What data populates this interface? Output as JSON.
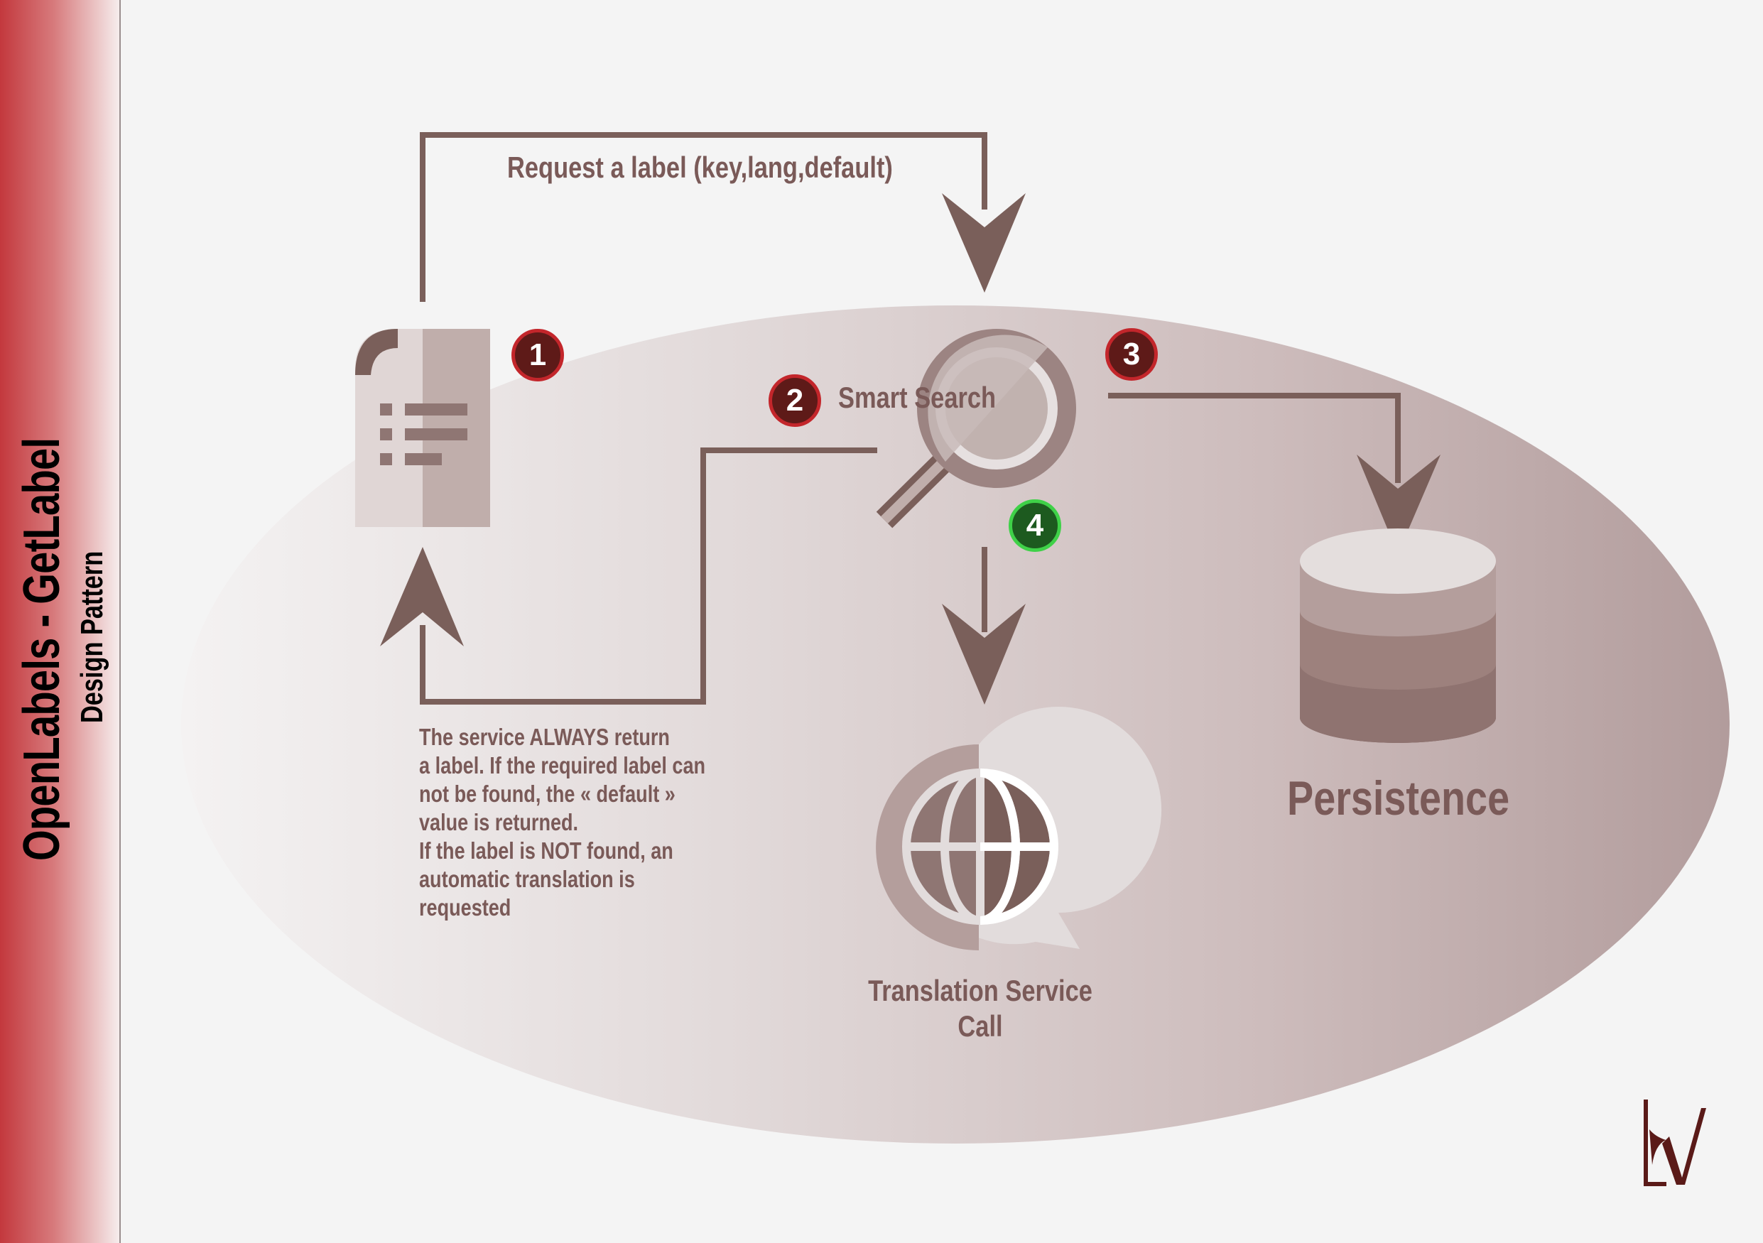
{
  "sidebar": {
    "title": "OpenLabels - GetLabel",
    "subtitle": "Design Pattern"
  },
  "diagram": {
    "request_label": "Request a label (key,lang,default)",
    "smart_search_label": "Smart Search",
    "persistence_label": "Persistence",
    "translation_label_line1": "Translation Service",
    "translation_label_line2": "Call",
    "note_lines": [
      "The service ALWAYS return",
      "a label. If the required label can",
      "not be found, the «  default  »",
      "value is returned.",
      "If the label is NOT found, an",
      "automatic translation is",
      "requested"
    ],
    "steps": [
      {
        "number": "1",
        "color": "#c3262b"
      },
      {
        "number": "2",
        "color": "#c3262b"
      },
      {
        "number": "3",
        "color": "#c3262b"
      },
      {
        "number": "4",
        "color": "#3fd148"
      }
    ]
  },
  "colors": {
    "arrow": "#7a5f5a",
    "text": "#7a5a58",
    "sidebar_accent": "#c3383d"
  },
  "icons": [
    "document-icon",
    "magnifier-icon",
    "globe-chat-icon",
    "database-icon",
    "logo-icon"
  ]
}
